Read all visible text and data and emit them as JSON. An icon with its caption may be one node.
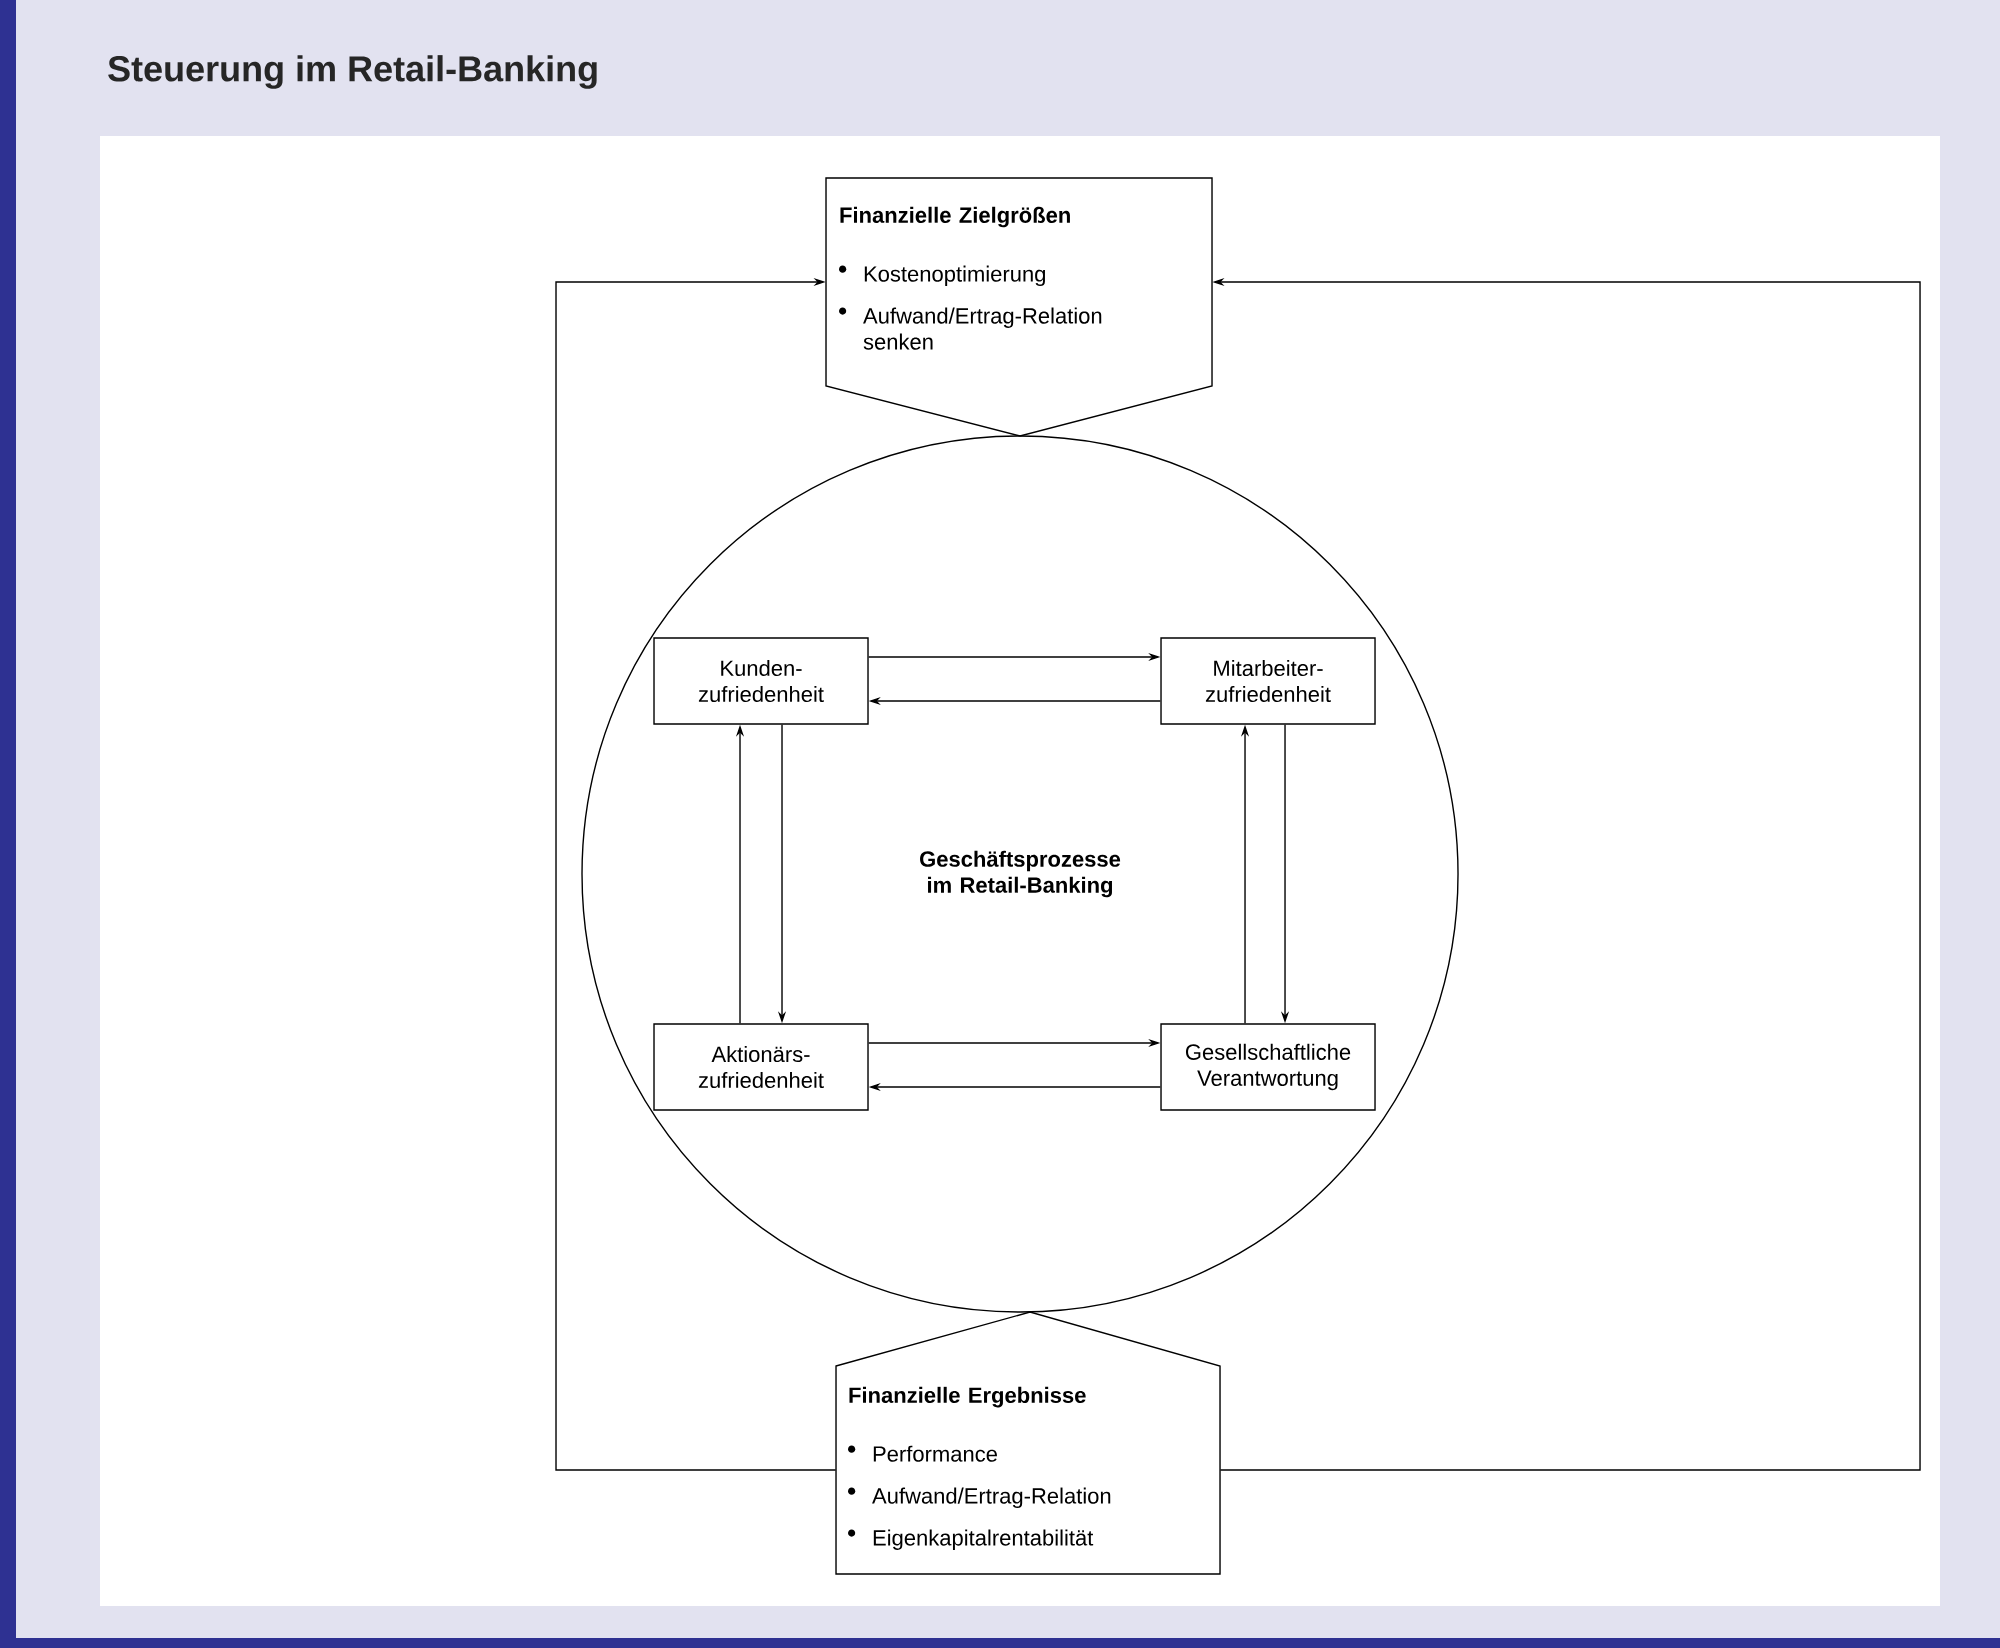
{
  "diagram": {
    "title": "Steuerung im Retail-Banking",
    "nodes": [
      {
        "text": [
          "Finanzielle Zielgrößen",
          "Kostenoptimierung",
          "Aufwand/Ertrag-Relation senken"
        ]
      },
      {
        "text": [
          "Geschäftsprozesse im Retail-Banking"
        ]
      },
      {
        "text": [
          "Kunden- zufriedenheit"
        ],
        "in": 1
      },
      {
        "text": [
          "Mitarbeiter- zufriedenheit"
        ],
        "in": 1
      },
      {
        "text": [
          "Aktionärs- zufriedenheit"
        ],
        "in": 1
      },
      {
        "text": [
          "Gesellschaftliche Verantwortung"
        ],
        "in": 1
      },
      {
        "text": [
          "Finanzielle Ergebnisse",
          "Performance",
          "Aufwand/Ertrag-Relation",
          "Eigenkapitalrentabilität"
        ]
      }
    ],
    "edges": [
      {
        "from": 2,
        "to": 3,
        "arrow": "to"
      },
      {
        "from": 3,
        "to": 2,
        "arrow": "to"
      },
      {
        "from": 4,
        "to": 5,
        "arrow": "to"
      },
      {
        "from": 5,
        "to": 4,
        "arrow": "to"
      },
      {
        "from": 4,
        "to": 2,
        "arrow": "to"
      },
      {
        "from": 2,
        "to": 4,
        "arrow": "to"
      },
      {
        "from": 5,
        "to": 3,
        "arrow": "to"
      },
      {
        "from": 3,
        "to": 5,
        "arrow": "to"
      },
      {
        "from": 6,
        "to": 0,
        "arrow": "to"
      },
      {
        "from": 6,
        "to": 0,
        "arrow": "to"
      }
    ]
  }
}
